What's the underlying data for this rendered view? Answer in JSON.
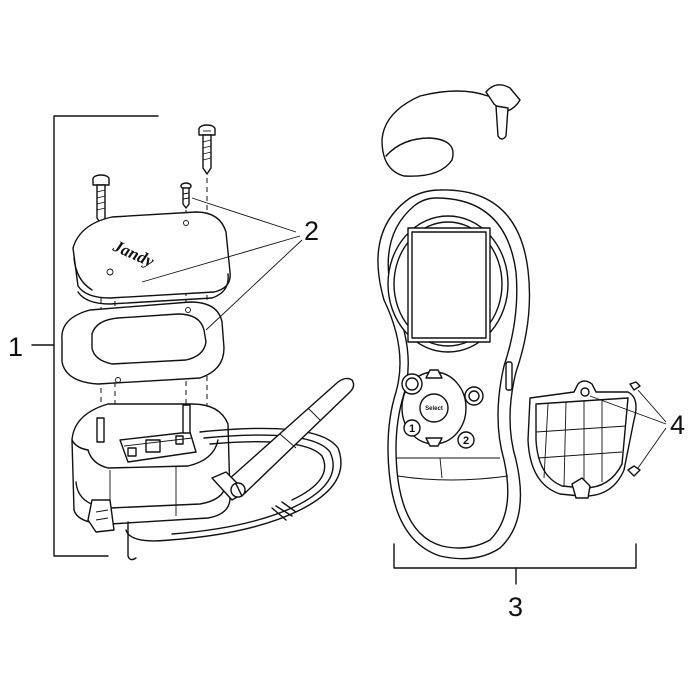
{
  "callouts": {
    "c1": "1",
    "c2": "2",
    "c3": "3",
    "c4": "4"
  },
  "brand_logo": "Jandy",
  "remote": {
    "button_1": "1",
    "button_2": "2",
    "select_button": "Select"
  },
  "colors": {
    "line": "#111111",
    "background": "#ffffff"
  }
}
